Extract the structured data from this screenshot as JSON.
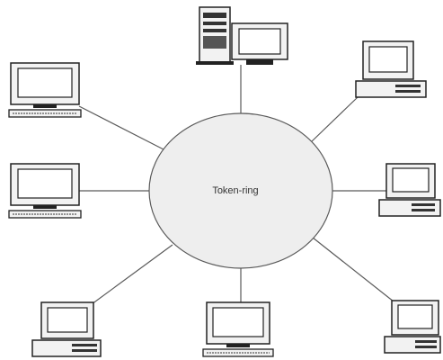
{
  "diagram": {
    "ring_label": "Token-ring",
    "topology": "token-ring",
    "nodes": [
      {
        "id": "server",
        "kind": "tower-with-monitor"
      },
      {
        "id": "pc-top-right",
        "kind": "desktop"
      },
      {
        "id": "pc-right",
        "kind": "desktop"
      },
      {
        "id": "pc-bottom-right",
        "kind": "desktop"
      },
      {
        "id": "pc-bottom",
        "kind": "monitor-keyboard"
      },
      {
        "id": "pc-bottom-left",
        "kind": "desktop"
      },
      {
        "id": "pc-left",
        "kind": "monitor-keyboard"
      },
      {
        "id": "pc-top-left",
        "kind": "monitor-keyboard"
      }
    ],
    "colors": {
      "line": "#5a5a5a",
      "ring_fill": "#eeeeee",
      "device_fill": "#f2f2f2",
      "screen": "#ffffff",
      "dark": "#222222"
    }
  }
}
